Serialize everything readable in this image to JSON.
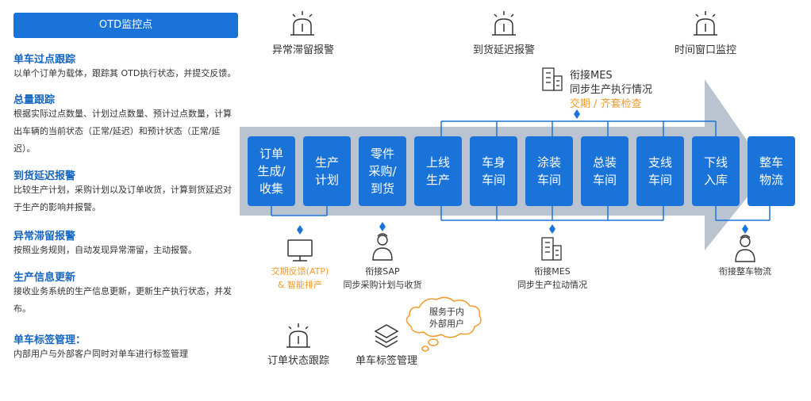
{
  "left_panel": {
    "header": "OTD监控点",
    "sections": [
      {
        "title": "单车过点跟踪",
        "body": "以单个订单为载体，跟踪其 OTD执行状态，并提交反馈。"
      },
      {
        "title": "总量跟踪",
        "body": "根据实际过点数量、计划过点数量、预计过点数量，计算出车辆的当前状态（正常/延迟）和预计状态（正常/延迟）。"
      },
      {
        "title": "到货延迟报警",
        "body": "比较生产计划，采购计划以及订单收货，计算到货延迟对于生产的影响并报警。"
      },
      {
        "title": "异常滞留报警",
        "body": "按照业务规则，自动发现异常滞留，主动报警。"
      },
      {
        "title": "生产信息更新",
        "body": "接收业务系统的生产信息更新，更新生产执行状态，并发布。"
      },
      {
        "title": "单车标签管理：",
        "body": "内部用户与外部客户同时对单车进行标签管理"
      }
    ]
  },
  "alarms_top": [
    "异常滞留报警",
    "到货延迟报警",
    "时间窗口监控"
  ],
  "mes_top": {
    "line1": "衔接MES",
    "line2": "同步生产执行情况",
    "line3": "交期 / 齐套检查"
  },
  "stages": [
    "订单\n生成/\n收集",
    "生产\n计划",
    "零件\n采购/\n到货",
    "上线\n生产",
    "车身\n车间",
    "涂装\n车间",
    "总装\n车间",
    "支线\n车间",
    "下线\n入库",
    "整车\n物流"
  ],
  "bottom": {
    "atp_line1": "交期反馈(ATP)",
    "atp_line2": "& 智能排产",
    "sap_line1": "衔接SAP",
    "sap_line2": "同步采购计划与收货",
    "mes_line1": "衔接MES",
    "mes_line2": "同步生产拉动情况",
    "logistics": "衔接整车物流",
    "cloud": "服务于内\n外部用户",
    "order_tracking": "订单状态跟踪",
    "tag_mgmt": "单车标签管理"
  },
  "colors": {
    "primary": "#1a73d9",
    "orange": "#f39a2c",
    "arrow": "#b9c4d0",
    "title_blue": "#1565c0"
  }
}
